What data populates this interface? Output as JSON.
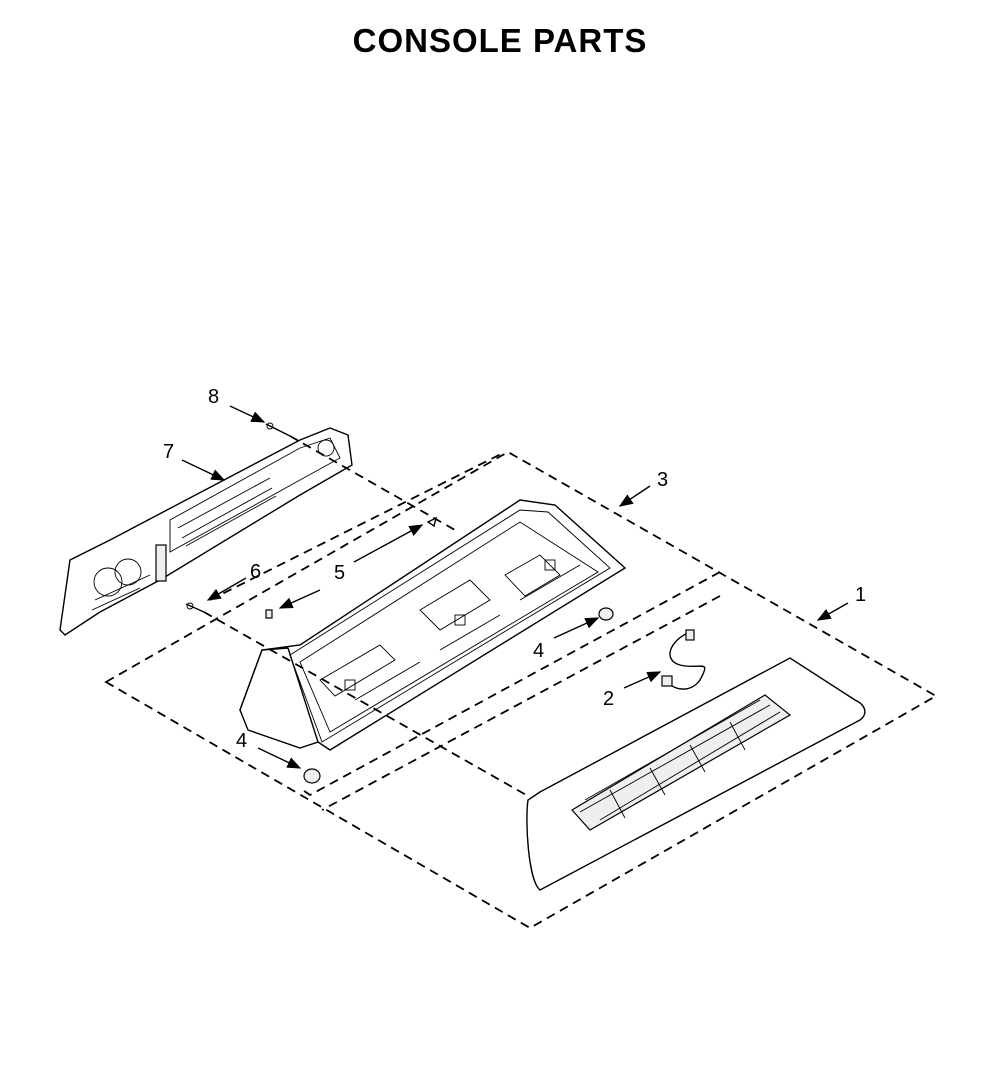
{
  "title": "CONSOLE PARTS",
  "callouts": {
    "c1": "1",
    "c2": "2",
    "c3": "3",
    "c4a": "4",
    "c4b": "4",
    "c5": "5",
    "c6": "6",
    "c7": "7",
    "c8": "8"
  }
}
